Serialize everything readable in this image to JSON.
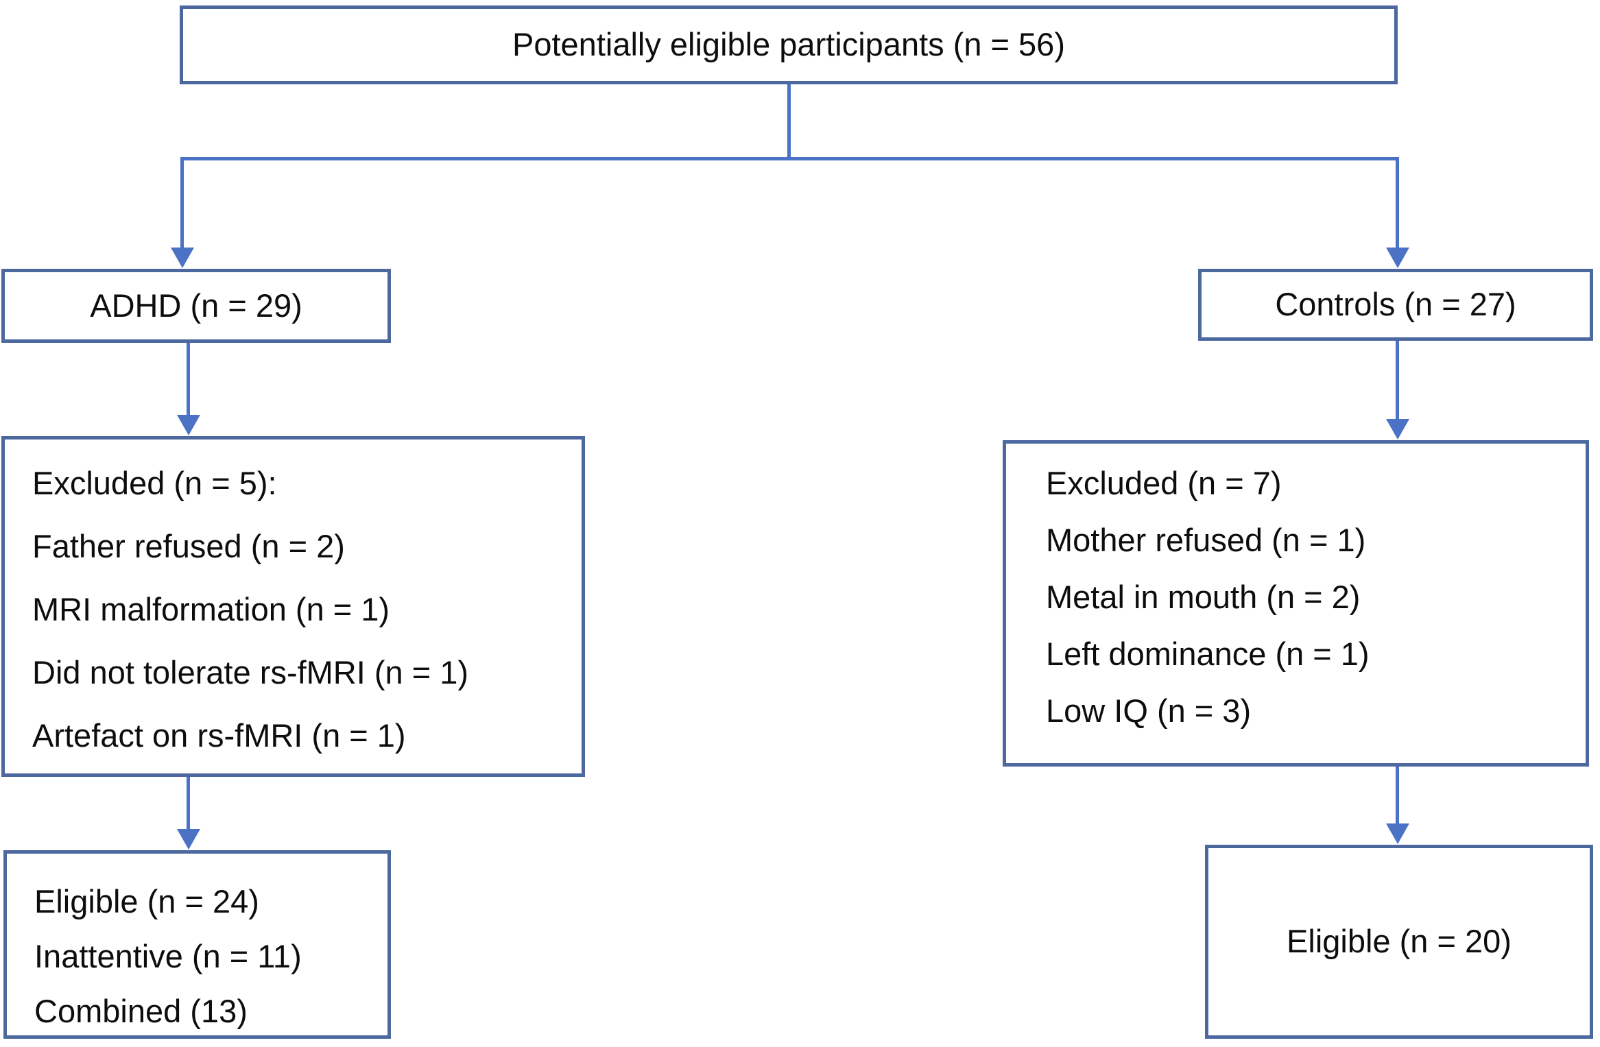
{
  "diagram": {
    "type": "participant-flowchart",
    "colors": {
      "box_border": "#4c689f",
      "connector": "#4b72c4",
      "text": "#0d0d0d",
      "background": "#ffffff"
    },
    "top_box": {
      "label": "Potentially eligible participants (n = 56)"
    },
    "adhd_box": {
      "label": "ADHD (n = 29)"
    },
    "controls_box": {
      "label": "Controls (n = 27)"
    },
    "adhd_excluded_box": {
      "lines": [
        "Excluded (n = 5):",
        "Father refused (n = 2)",
        "MRI malformation (n = 1)",
        "Did not tolerate rs-fMRI (n = 1)",
        "Artefact on rs-fMRI (n = 1)"
      ]
    },
    "controls_excluded_box": {
      "lines": [
        "Excluded (n = 7)",
        "Mother refused (n = 1)",
        "Metal in mouth (n = 2)",
        "Left dominance (n = 1)",
        "Low IQ (n = 3)"
      ]
    },
    "adhd_eligible_box": {
      "lines": [
        "Eligible (n = 24)",
        "Inattentive (n = 11)",
        "Combined (13)"
      ]
    },
    "controls_eligible_box": {
      "label": "Eligible (n = 20)"
    }
  }
}
